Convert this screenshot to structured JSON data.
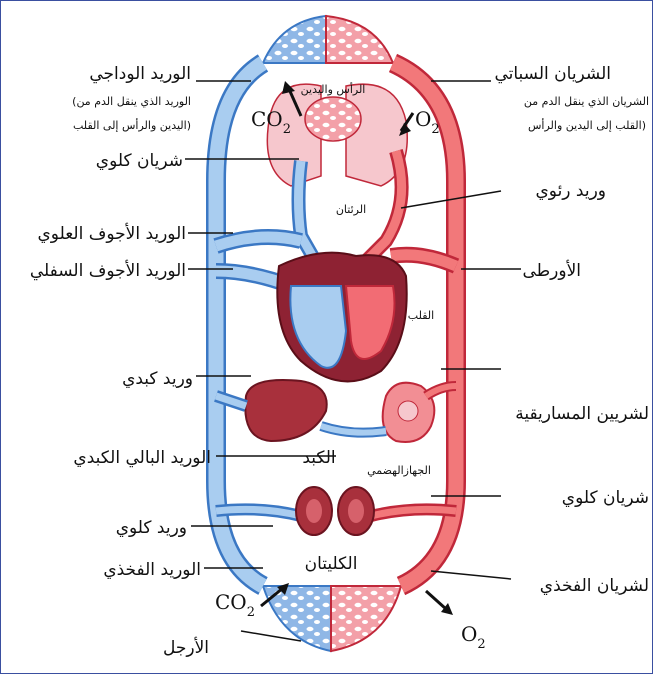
{
  "labels": {
    "jugular_vein": "الوريد الوداجي",
    "jugular_note_1": "(الوريد الذي ينقل الدم من",
    "jugular_note_2": "اليدين والرأس إلى القلب)",
    "carotid_artery": "الشريان السباتي",
    "carotid_note_1": "الشريان الذي ينقل الدم من",
    "carotid_note_2": "القلب إلى اليدين والرأس)",
    "head_arms": "الرأس واليدين",
    "lungs": "الرئتان",
    "pulmonary_artery_left": "شريان كلوي",
    "pulmonary_vein": "وريد رئوي",
    "superior_vena_cava": "الوريد الأجوف العلوي",
    "inferior_vena_cava": "الوريد الأجوف السفلي",
    "aorta": "الأورطى",
    "heart": "القلب",
    "hepatic_vein": "وريد كبدي",
    "mesenteric_arteries": "لشريين المساريقية",
    "hepatic_portal_vein": "الوريد البالي الكبدي",
    "liver": "الكبد",
    "digestive_system": "الجهازالهضمي",
    "renal_artery": "شريان كلوي",
    "renal_vein": "وريد كلوي",
    "kidneys": "الكليتان",
    "femoral_vein": "الوريد الفخذي",
    "femoral_artery": "لشريان الفخذي",
    "legs": "الأرجل"
  },
  "gases": {
    "co2_main": "CO",
    "co2_sub": "2",
    "o2_main": "O",
    "o2_sub": "2"
  },
  "colors": {
    "vein_blue": "#a9cdf0",
    "vein_outline": "#3b78c4",
    "artery_red": "#f2787a",
    "artery_outline": "#c0283a",
    "border": "#3a4fa0"
  }
}
